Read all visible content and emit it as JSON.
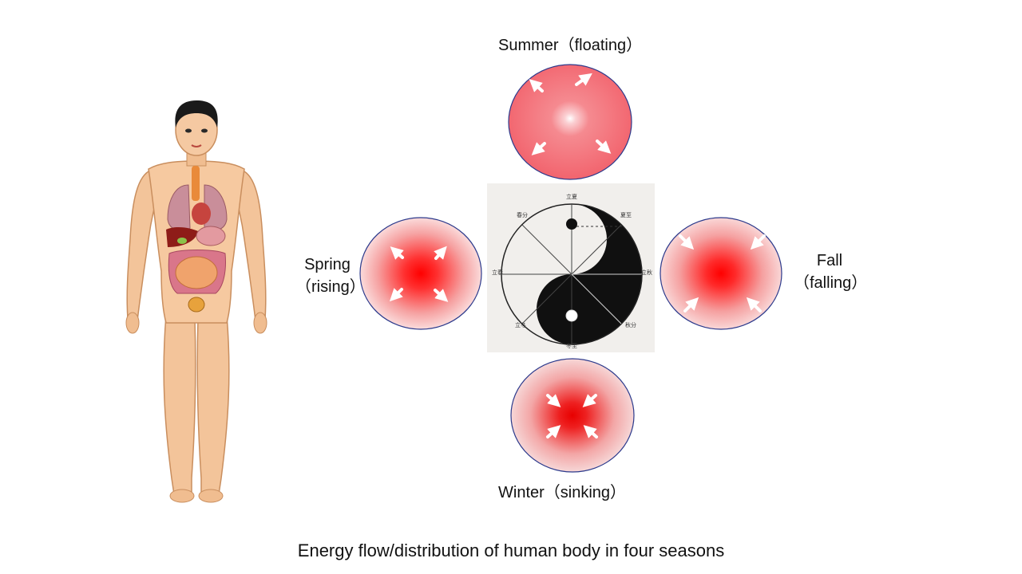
{
  "seasons": {
    "summer": {
      "name": "Summer",
      "mode": "（floating）"
    },
    "spring": {
      "name": "Spring",
      "mode": "（rising）"
    },
    "fall": {
      "name": "Fall",
      "mode": "（falling）"
    },
    "winter": {
      "name": "Winter",
      "mode": "（sinking）"
    }
  },
  "caption": "Energy flow/distribution of human body in four seasons",
  "taiji_labels": {
    "top": "立夏",
    "top_right": "夏至",
    "right": "立秋",
    "bottom_right": "秋分",
    "bottom": "冬至",
    "bottom_left": "立冬",
    "left": "立春",
    "top_left": "春分"
  },
  "colors": {
    "circle_core": "#ff0000",
    "circle_edge_light": "#fbe8e8",
    "summer_fill": "#f46a72",
    "circle_border": "#2c3a8c",
    "arrow": "#ffffff"
  }
}
